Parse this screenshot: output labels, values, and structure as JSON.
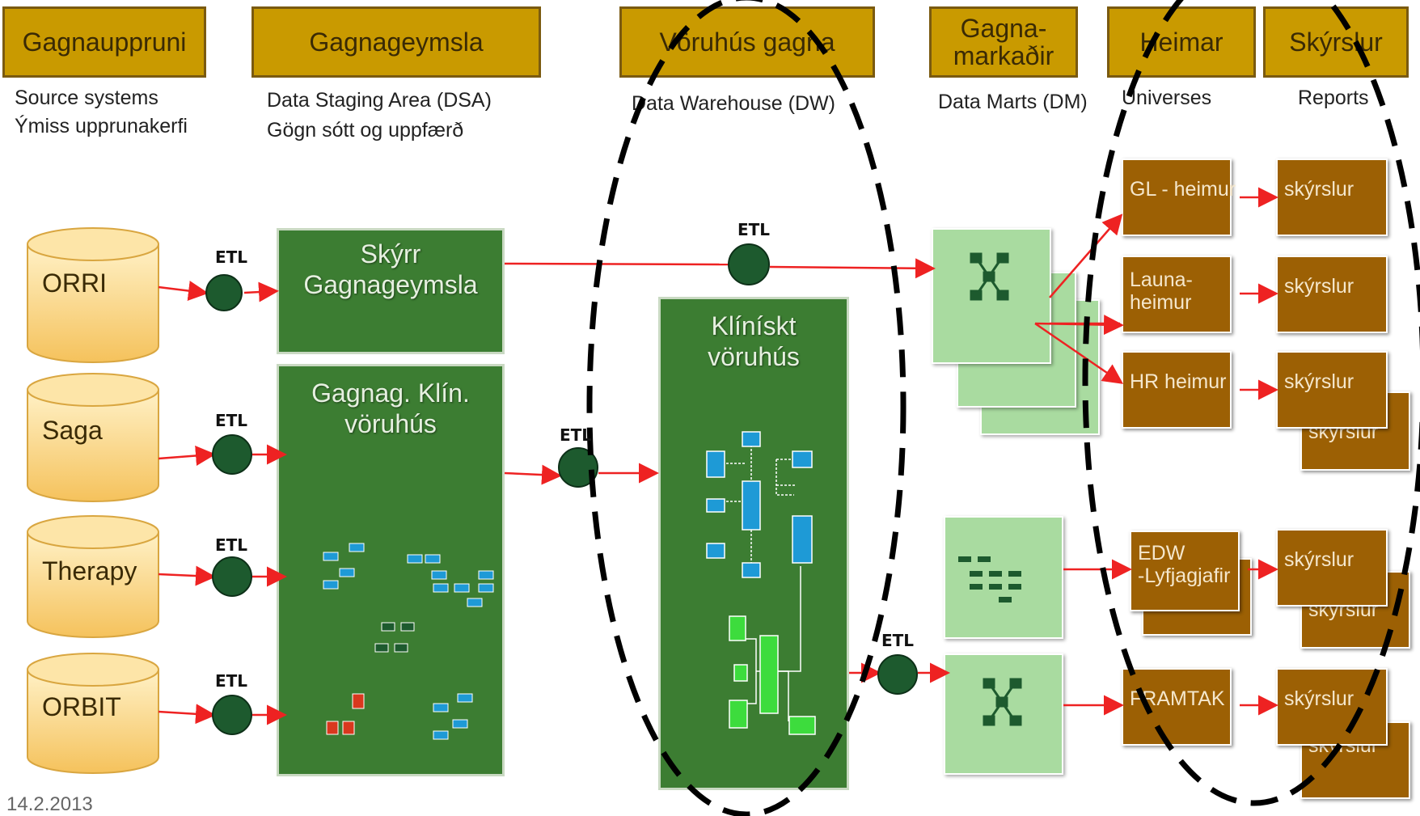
{
  "headers": [
    {
      "label": "Gagnauppruni"
    },
    {
      "label": "Gagnageymsla"
    },
    {
      "label": "Vöruhús gagna"
    },
    {
      "label": "Gagna-\nmarkaðir"
    },
    {
      "label": "Heimar"
    },
    {
      "label": "Skýrslur"
    }
  ],
  "subtitles": {
    "source_line1": "Source systems",
    "source_line2": "Ýmiss upprunakerfi",
    "dsa_line1": "Data Staging Area (DSA)",
    "dsa_line2": "Gögn sótt og uppfærð",
    "dw": "Data Warehouse (DW)",
    "dm": "Data Marts (DM)",
    "universes": "Universes",
    "reports": "Reports"
  },
  "sources": [
    "ORRI",
    "Saga",
    "Therapy",
    "ORBIT"
  ],
  "etl_label": "ETL",
  "staging": {
    "skyrr": "Skýrr\nGagnageymsla",
    "klin": "Gagnag. Klín.\nvöruhús"
  },
  "warehouse": {
    "title": "Klínískt\nvöruhús"
  },
  "universes": [
    "GL - heimur",
    "Launa-\nheimur",
    "HR heimur",
    "EDW\n-Lyfjagjafir",
    "FRAMTAK"
  ],
  "reports": {
    "label": "skýrslur"
  },
  "colors": {
    "header_fill": "#c99a00",
    "staging_green": "#3c7d32",
    "mart_green": "#a9dba0",
    "universe_brown": "#9c6004",
    "arrow_red": "#ee2222",
    "etl_circle": "#1d5a2e",
    "cylinder": "#fbd98a"
  },
  "footer": {
    "date": "14.2.2013"
  }
}
